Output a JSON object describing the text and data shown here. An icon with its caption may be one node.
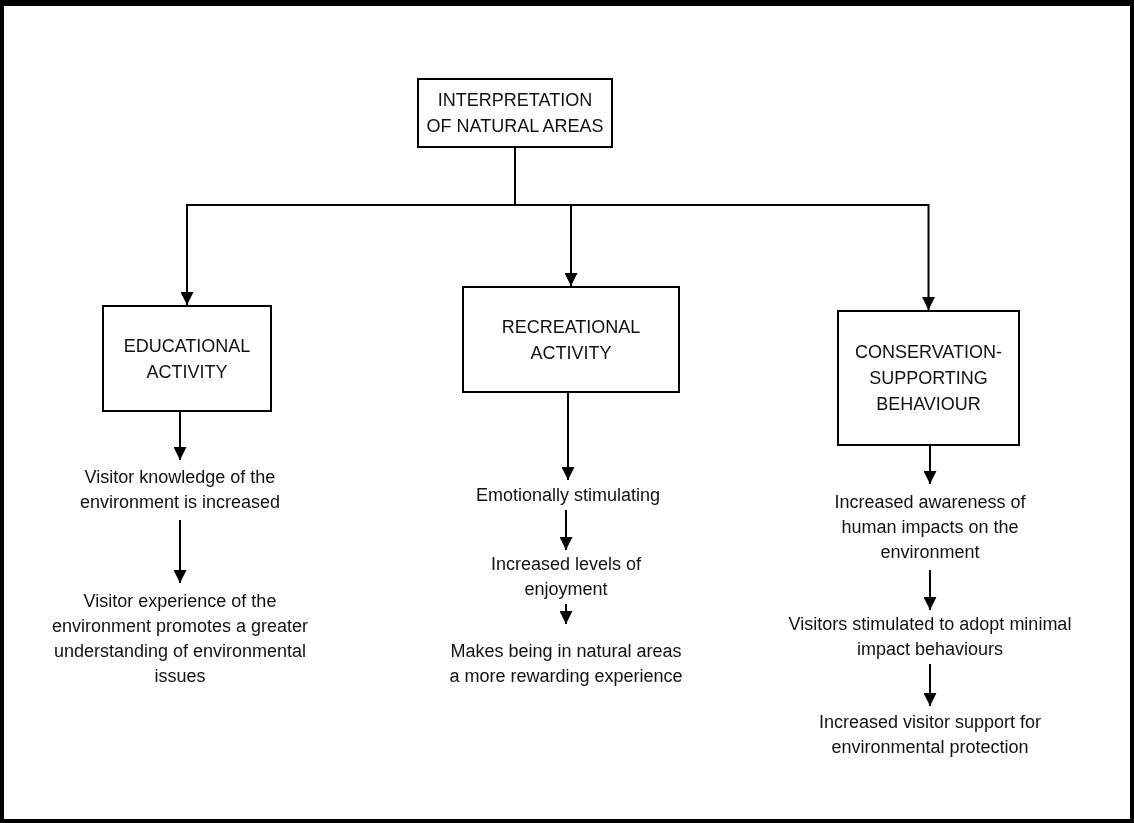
{
  "diagram": {
    "nodes": [
      {
        "text": [
          "INTERPRETATION OF NATURAL AREAS"
        ]
      },
      {
        "text": [
          "EDUCATIONAL ACTIVITY"
        ]
      },
      {
        "text": [
          "RECREATIONAL ACTIVITY"
        ]
      },
      {
        "text": [
          "CONSERVATION-SUPPORTING BEHAVIOUR"
        ]
      },
      {
        "text": [
          "Visitor knowledge of the environment is increased"
        ]
      },
      {
        "text": [
          "Visitor experience of the environment promotes a greater understanding of environmental issues"
        ]
      },
      {
        "text": [
          "Emotionally stimulating"
        ]
      },
      {
        "text": [
          "Increased levels of enjoyment"
        ]
      },
      {
        "text": [
          "Makes being in natural areas a more rewarding experience"
        ]
      },
      {
        "text": [
          "Increased awareness of human impacts on the environment"
        ]
      },
      {
        "text": [
          "Visitors stimulated to adopt minimal impact behaviours"
        ]
      },
      {
        "text": [
          "Increased visitor support for environmental protection"
        ]
      }
    ],
    "edges": [
      {
        "from": 0,
        "to": 1,
        "arrow": "to"
      },
      {
        "from": 0,
        "to": 2,
        "arrow": "to"
      },
      {
        "from": 0,
        "to": 3,
        "arrow": "to"
      },
      {
        "from": 1,
        "to": 4,
        "arrow": "to"
      },
      {
        "from": 4,
        "to": 5,
        "arrow": "to"
      },
      {
        "from": 2,
        "to": 6,
        "arrow": "to"
      },
      {
        "from": 6,
        "to": 7,
        "arrow": "to"
      },
      {
        "from": 7,
        "to": 8,
        "arrow": "to"
      },
      {
        "from": 3,
        "to": 9,
        "arrow": "to"
      },
      {
        "from": 9,
        "to": 10,
        "arrow": "to"
      },
      {
        "from": 10,
        "to": 11,
        "arrow": "to"
      }
    ]
  }
}
